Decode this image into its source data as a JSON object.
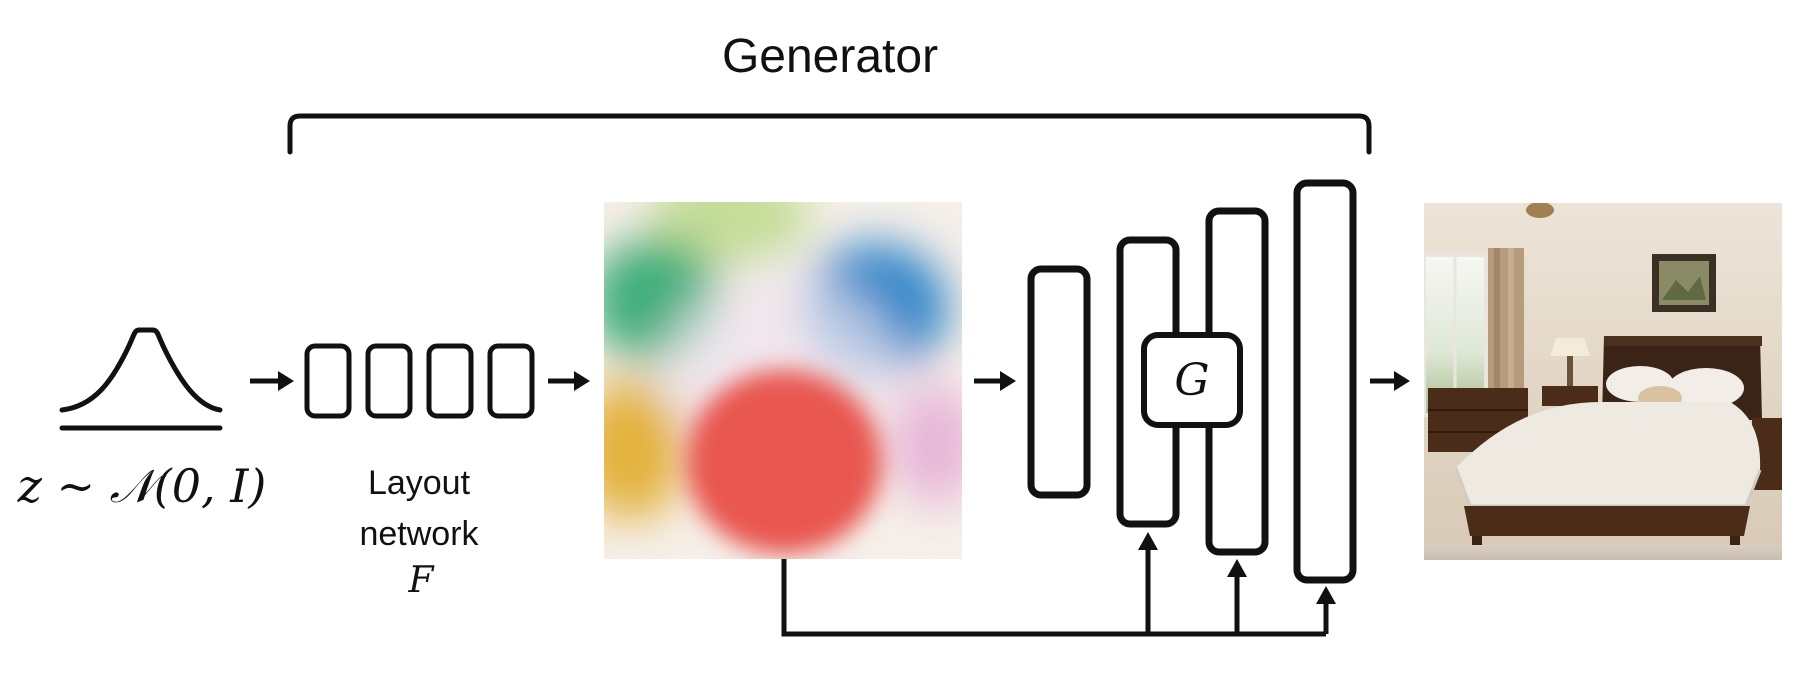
{
  "diagram": {
    "title": "Generator",
    "latent_label": "z ∼ 𝒩(0, I)",
    "layout_network": {
      "label_line1": "Layout",
      "label_line2": "network",
      "symbol": "F"
    },
    "generator_block_symbol": "G",
    "colors": {
      "stroke": "#111111",
      "blob_green": "#3fae7c",
      "blob_blue": "#2f86c9",
      "blob_red": "#e8574f",
      "blob_yellow": "#e3b23c",
      "blob_lime": "#bcd98a",
      "blob_pink": "#e7b6d8"
    }
  }
}
